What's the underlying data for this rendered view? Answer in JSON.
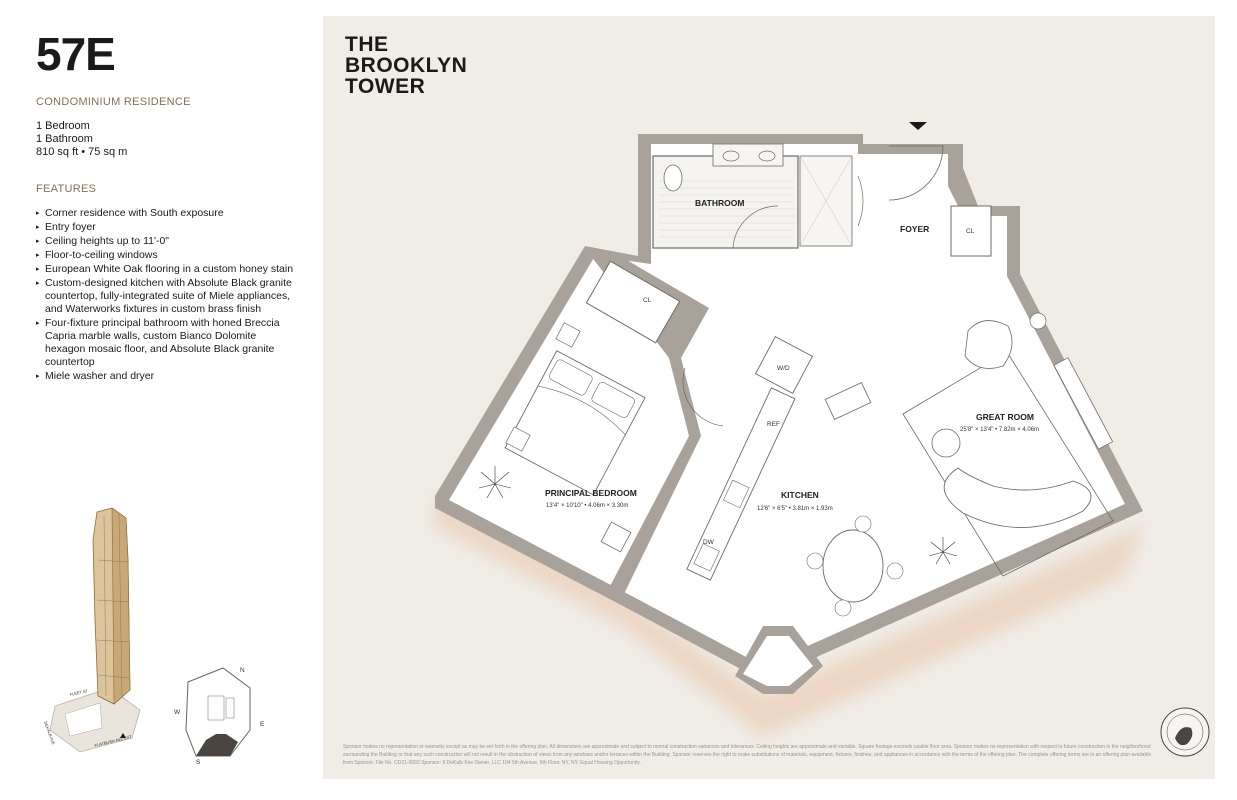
{
  "unit": "57E",
  "residence_type": "CONDOMINIUM RESIDENCE",
  "stats": {
    "bedrooms": "1 Bedroom",
    "bathrooms": "1 Bathroom",
    "area": "810 sq ft • 75 sq m"
  },
  "features_title": "FEATURES",
  "features": [
    "Corner residence with South exposure",
    "Entry foyer",
    "Ceiling heights up to 11'-0\"",
    "Floor-to-ceiling windows",
    "European White Oak flooring in a custom honey stain",
    "Custom-designed kitchen with Absolute Black granite countertop, fully-integrated suite of Miele appliances, and Waterworks fixtures in custom brass finish",
    "Four-fixture principal bathroom with honed Breccia Capria marble walls, custom Bianco Dolomite hexagon mosaic floor, and Absolute Black granite countertop",
    "Miele washer and dryer"
  ],
  "logo_lines": [
    "THE",
    "BROOKLYN",
    "TOWER"
  ],
  "rooms": {
    "bathroom": "BATHROOM",
    "foyer": "FOYER",
    "closet_foyer": "CL",
    "closet_bedroom": "CL",
    "wd": "W/D",
    "ref": "REF",
    "dw": "DW",
    "great_room": "GREAT ROOM",
    "great_room_dims": "25'8\" × 13'4\" • 7.82m × 4.06m",
    "bedroom": "PRINCIPAL BEDROOM",
    "bedroom_dims": "13'4\" × 10'10\" • 4.06m × 3.30m",
    "kitchen": "KITCHEN",
    "kitchen_dims": "12'6\" × 6'5\" • 3.81m × 1.93m"
  },
  "compass": {
    "n": "N",
    "e": "E",
    "s": "S",
    "w": "W"
  },
  "site_labels": {
    "street1": "FLEET ST",
    "street2": "DEKALB AVE",
    "street3": "FLATBUSH AVE EXT"
  },
  "disclaimer": "Sponsor makes no representation or warranty except as may be set forth in the offering plan. All dimensions are approximate and subject to normal construction variances and tolerances. Ceiling heights are approximate and variable. Square footage exceeds usable floor area. Sponsor makes no representation with respect to future construction in the neighborhood surrounding the Building or that any such construction will not result in the obstruction of views from any windows and/or terraces within the Building. Sponsor reserves the right to make substitutions of materials, equipment, fixtures, finishes, and appliances in accordance with the terms of the offering plan. The complete offering terms are in an offering plan available from Sponsor. File No. CD21-0093 Sponsor: 9 DeKalb Fee Owner, LLC 104 5th Avenue, 9th Floor, NY, NY. Equal Housing Opportunity."
}
